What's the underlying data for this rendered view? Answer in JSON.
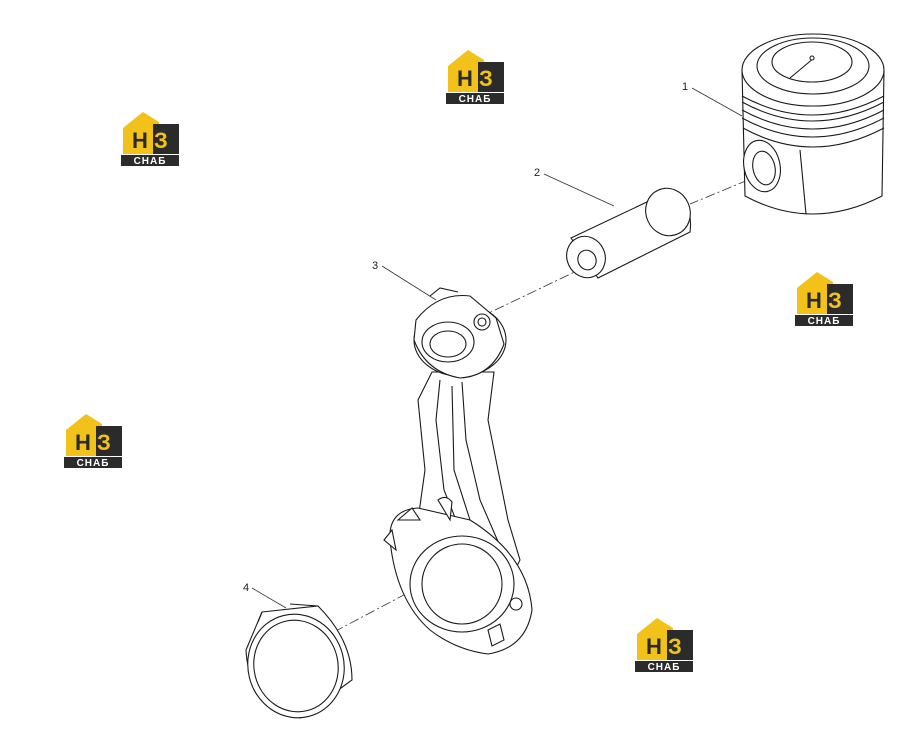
{
  "parts": [
    {
      "callout": "1",
      "part": "piston"
    },
    {
      "callout": "2",
      "part": "piston-pin"
    },
    {
      "callout": "3",
      "part": "connecting-rod"
    },
    {
      "callout": "4",
      "part": "bearing-shell"
    }
  ],
  "watermark": {
    "icon": "house-logo-icon",
    "letters_dark": "Н",
    "letters_light": "З",
    "word": "СНАБ",
    "colors": {
      "yellow": "#f2c21b",
      "dark": "#2b2b2b",
      "white": "#ffffff"
    }
  },
  "colors": {
    "line": "#1a1a1a",
    "leader": "#333333",
    "background": "#ffffff"
  }
}
